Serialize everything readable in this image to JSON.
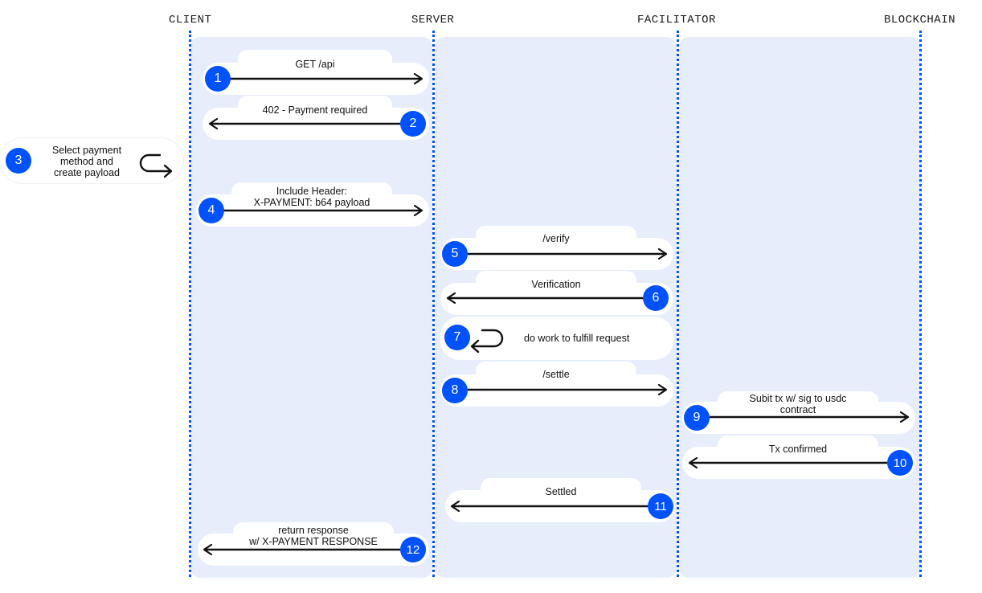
{
  "lanes": {
    "client": "CLIENT",
    "server": "SERVER",
    "facilitator": "FACILITATOR",
    "blockchain": "BLOCKCHAIN"
  },
  "colors": {
    "accent": "#0052ff",
    "panel": "#e8edfb",
    "arrow": "#111111"
  },
  "steps": [
    {
      "num": "1",
      "label": "GET /api"
    },
    {
      "num": "2",
      "label": "402 - Payment required"
    },
    {
      "num": "3",
      "label_line1": "Select payment",
      "label_line2": "method and",
      "label_line3": "create payload"
    },
    {
      "num": "4",
      "label_line1": "Include Header:",
      "label_line2": "X-PAYMENT: b64 payload"
    },
    {
      "num": "5",
      "label": "/verify"
    },
    {
      "num": "6",
      "label": "Verification"
    },
    {
      "num": "7",
      "label": "do work to fulfill request"
    },
    {
      "num": "8",
      "label": "/settle"
    },
    {
      "num": "9",
      "label_line1": "Subit tx w/ sig to usdc",
      "label_line2": "contract"
    },
    {
      "num": "10",
      "label": "Tx confirmed"
    },
    {
      "num": "11",
      "label": "Settled"
    },
    {
      "num": "12",
      "label_line1": "return response",
      "label_line2": "w/ X-PAYMENT RESPONSE"
    }
  ]
}
